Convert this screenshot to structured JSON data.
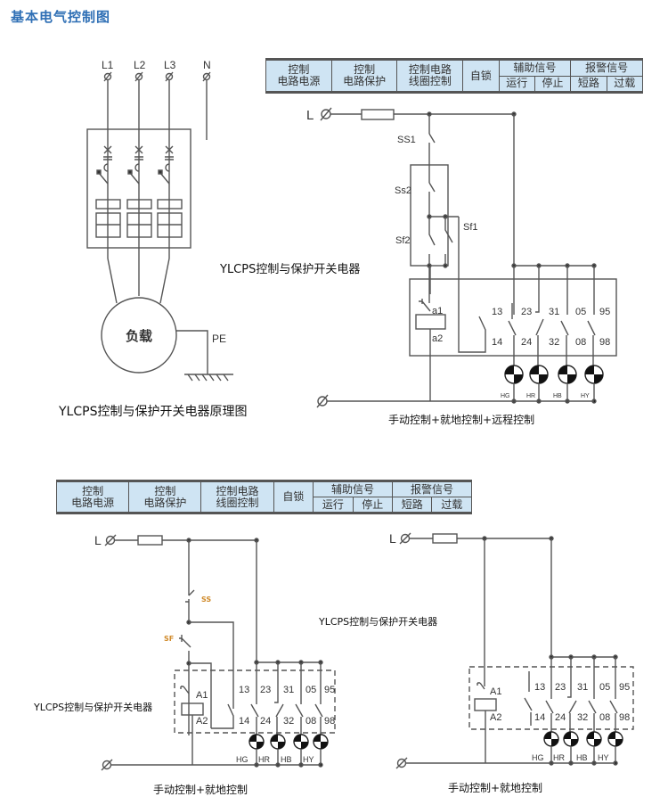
{
  "page_title": "基本电气控制图",
  "signal_table": {
    "col1": [
      "控制",
      "电路电源"
    ],
    "col2": [
      "控制",
      "电路保护"
    ],
    "col3": [
      "控制电路",
      "线圈控制"
    ],
    "col4": "自锁",
    "aux_signal": {
      "header": "辅助信号",
      "items": [
        "运行",
        "停止"
      ]
    },
    "alarm_signal": {
      "header": "报警信号",
      "items": [
        "短路",
        "过载"
      ]
    }
  },
  "principle_diagram": {
    "phases": [
      "L1",
      "L2",
      "L3",
      "N"
    ],
    "load_label": "负载",
    "ground_label": "PE",
    "caption": "YLCPS控制与保护开关电器原理图"
  },
  "device_name": "YLCPS控制与保护开关电器",
  "diagram1": {
    "line_label": "L",
    "switches": [
      "SS1",
      "Ss2",
      "Sf1",
      "Sf2"
    ],
    "coil": [
      "a1",
      "a2"
    ],
    "terminals_top": [
      "13",
      "23",
      "31",
      "05",
      "95"
    ],
    "terminals_bottom": [
      "14",
      "24",
      "32",
      "08",
      "98"
    ],
    "lamps": [
      "HG",
      "HR",
      "HB",
      "HY"
    ],
    "caption": "手动控制+就地控制+远程控制"
  },
  "diagram2": {
    "line_label": "L",
    "switches": [
      "SS",
      "SF"
    ],
    "coil": [
      "A1",
      "A2"
    ],
    "terminals_top": [
      "13",
      "23",
      "31",
      "05",
      "95"
    ],
    "terminals_bottom": [
      "14",
      "24",
      "32",
      "08",
      "98"
    ],
    "lamps": [
      "HG",
      "HR",
      "HB",
      "HY"
    ],
    "caption": "手动控制+就地控制"
  },
  "diagram3": {
    "line_label": "L",
    "coil": [
      "A1",
      "A2"
    ],
    "terminals_top": [
      "13",
      "23",
      "31",
      "05",
      "95"
    ],
    "terminals_bottom": [
      "14",
      "24",
      "32",
      "08",
      "98"
    ],
    "lamps": [
      "HG",
      "HR",
      "HB",
      "HY"
    ],
    "caption": "手动控制+就地控制"
  },
  "colors": {
    "title": "#2f6fb5",
    "table_bg": "#cfe4f3",
    "switch_label_accent": "#d08a2a"
  }
}
